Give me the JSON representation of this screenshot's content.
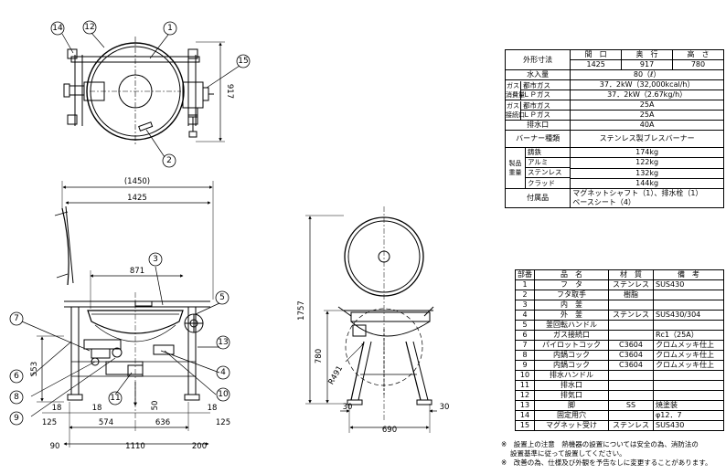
{
  "callouts": {
    "c1": "1",
    "c2": "2",
    "c3": "3",
    "c4": "4",
    "c5": "5",
    "c6": "6",
    "c7": "7",
    "c8": "8",
    "c9": "9",
    "c10": "10",
    "c11": "11",
    "c12": "12",
    "c13": "13",
    "c14": "14",
    "c15": "15"
  },
  "dimensions": {
    "top_depth": "917",
    "overall_with_lid": "(1450)",
    "width": "1425",
    "lid_hinge": "871",
    "height_553": "553",
    "left_18a": "18",
    "left_18b": "18",
    "left_125": "125",
    "span_574": "574",
    "span_636": "636",
    "right_18": "18",
    "right_125": "125",
    "d50": "50",
    "d90": "90",
    "base_1110": "1110",
    "d200": "200",
    "height_1757": "1757",
    "height_780": "780",
    "radius": "R491",
    "side_30a": "30",
    "side_30b": "30",
    "side_690": "690"
  },
  "spec_table": {
    "outer_dim": "外形寸法",
    "h_opening": "間　口",
    "h_depth": "奥　行",
    "h_height": "高　さ",
    "v_opening": "1425",
    "v_depth": "917",
    "v_height": "780",
    "water": "水入量",
    "water_v": "80（ℓ）",
    "gas_use_1": "ガス",
    "gas_use_2": "消費量",
    "city_gas": "都市ガス",
    "lp_gas": "ＬＰガス",
    "city_use_v": "37．2kW（32,000kcal/h）",
    "lp_use_v": "37．2kW（2.67kg/h）",
    "gas_conn_1": "ガス",
    "gas_conn_2": "接続口",
    "city_conn_v": "25A",
    "lp_conn_v": "25A",
    "drain": "排水口",
    "drain_v": "40A",
    "burner": "バーナー種類",
    "burner_v": "ステンレス製ブレスバーナー",
    "weight_1": "製品",
    "weight_2": "重量",
    "iron": "鋳鉄",
    "alu": "アルミ",
    "stainless": "ステンレス",
    "clad": "クラッド",
    "iron_v": "174kg",
    "alu_v": "122kg",
    "stainless_v": "132kg",
    "clad_v": "144kg",
    "acc": "付属品",
    "acc_v1": "マグネットシャフト（1）、排水栓（1）",
    "acc_v2": "ベースシート（4）"
  },
  "parts_table": {
    "headers": {
      "no": "部番",
      "name": "品　名",
      "material": "材　質",
      "remarks": "備　考"
    },
    "rows": [
      {
        "no": "1",
        "name": "フ　タ",
        "material": "ステンレス",
        "remarks": "SUS430"
      },
      {
        "no": "2",
        "name": "フタ取手",
        "material": "樹脂",
        "remarks": ""
      },
      {
        "no": "3",
        "name": "内　釜",
        "material": "",
        "remarks": ""
      },
      {
        "no": "4",
        "name": "外　釜",
        "material": "ステンレス",
        "remarks": "SUS430/304"
      },
      {
        "no": "5",
        "name": "釜回転ハンドル",
        "material": "",
        "remarks": ""
      },
      {
        "no": "6",
        "name": "ガス接続口",
        "material": "",
        "remarks": "Rc1（25A）"
      },
      {
        "no": "7",
        "name": "パイロットコック",
        "material": "C3604",
        "remarks": "クロムメッキ仕上"
      },
      {
        "no": "8",
        "name": "内鍋コック",
        "material": "C3604",
        "remarks": "クロムメッキ仕上"
      },
      {
        "no": "9",
        "name": "内鍋コック",
        "material": "C3604",
        "remarks": "クロムメッキ仕上"
      },
      {
        "no": "10",
        "name": "排水ハンドル",
        "material": "",
        "remarks": ""
      },
      {
        "no": "11",
        "name": "排水口",
        "material": "",
        "remarks": ""
      },
      {
        "no": "12",
        "name": "排気口",
        "material": "",
        "remarks": ""
      },
      {
        "no": "13",
        "name": "脚",
        "material": "SS",
        "remarks": "焼塗装"
      },
      {
        "no": "14",
        "name": "固定用穴",
        "material": "",
        "remarks": "φ12．7"
      },
      {
        "no": "15",
        "name": "マグネット受け",
        "material": "ステンレス",
        "remarks": "SUS430"
      }
    ]
  },
  "notes": {
    "n1a": "※　設置上の注意　熱機器の設置については安全の為、消防法の",
    "n1b": "設置基準に従って設置してください。",
    "n2": "※　改善の為、仕様及び外観を予告なしに変更することがあります。"
  }
}
